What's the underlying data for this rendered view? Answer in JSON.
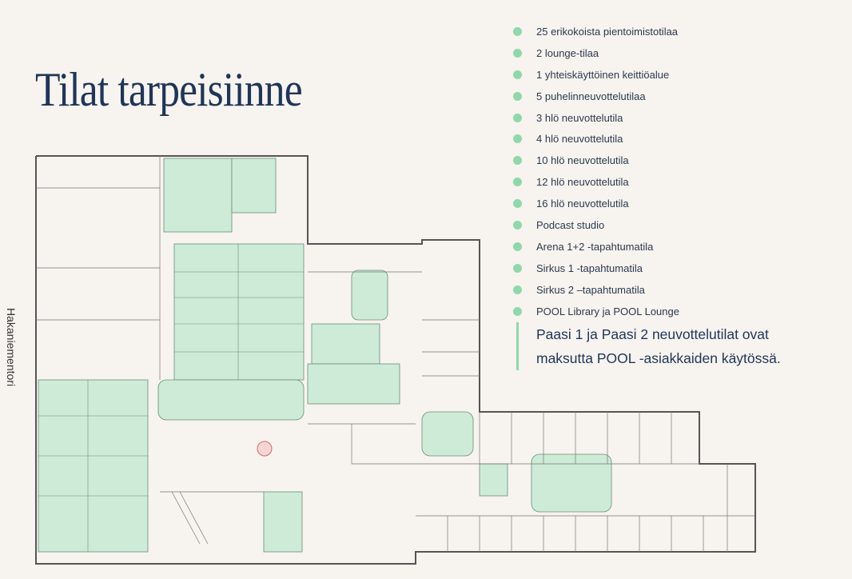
{
  "title": "Tilat tarpeisiinne",
  "side_label": "Hakaniementori",
  "features": [
    "25 erikokoista pientoimistotilaa",
    "2 lounge-tilaa",
    "1 yhteiskäyttöinen keittiöalue",
    "5 puhelinneuvottelutilaa",
    "3 hlö neuvottelutila",
    "4 hlö neuvottelutila",
    "10 hlö neuvottelutila",
    "12 hlö neuvottelutila",
    "16 hlö neuvottelutila",
    "Podcast studio",
    "Arena 1+2 -tapahtumatila",
    "Sirkus 1 -tapahtumatila",
    "Sirkus 2 –tapahtumatila",
    "POOL Library ja POOL Lounge"
  ],
  "note": "Paasi 1 ja Paasi 2 neuvottelutilat ovat maksutta POOL -asiakkaiden käytössä.",
  "colors": {
    "accent": "#8fd8ac",
    "title": "#1f3559",
    "room_fill": "#cdebd6"
  }
}
